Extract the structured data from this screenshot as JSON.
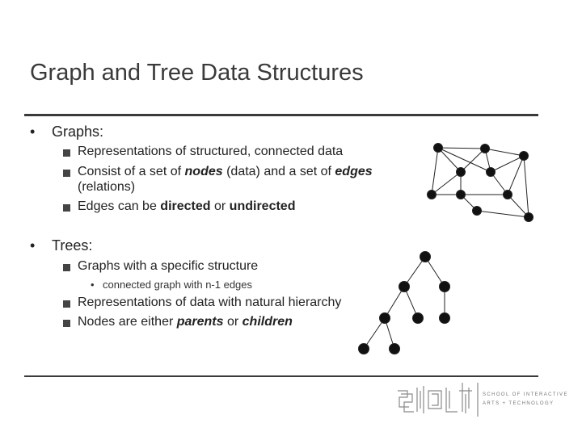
{
  "slide": {
    "title": "Graph and Tree Data Structures",
    "graphs": {
      "label": "Graphs",
      "colon": ":",
      "items": [
        {
          "parts": [
            {
              "t": "Representations of structured, connected data",
              "s": ""
            }
          ]
        },
        {
          "parts": [
            {
              "t": "Consist of a set of ",
              "s": ""
            },
            {
              "t": "nodes",
              "s": "em"
            },
            {
              "t": " (data) and a set of ",
              "s": ""
            },
            {
              "t": "edges",
              "s": "em"
            }
          ]
        },
        {
          "parts": [
            {
              "t": "(relations)",
              "s": ""
            }
          ]
        },
        {
          "parts": [
            {
              "t": "Edges can be ",
              "s": ""
            },
            {
              "t": "directed",
              "s": "bo"
            },
            {
              "t": " or ",
              "s": ""
            },
            {
              "t": "undirected",
              "s": "bo"
            }
          ]
        }
      ]
    },
    "trees": {
      "label": "Trees",
      "colon": ":",
      "item1": "Graphs with a specific structure",
      "subitem": "connected graph with n-1 edges",
      "items": [
        {
          "parts": [
            {
              "t": "Representations of data with natural hierarchy",
              "s": ""
            }
          ]
        },
        {
          "parts": [
            {
              "t": "Nodes are either ",
              "s": ""
            },
            {
              "t": "parents",
              "s": "em"
            },
            {
              "t": " or ",
              "s": ""
            },
            {
              "t": "children",
              "s": "em"
            }
          ]
        }
      ]
    },
    "logo": {
      "line1": "SCHOOL OF INTERACTIVE",
      "line2": "ARTS + TECHNOLOGY"
    }
  }
}
